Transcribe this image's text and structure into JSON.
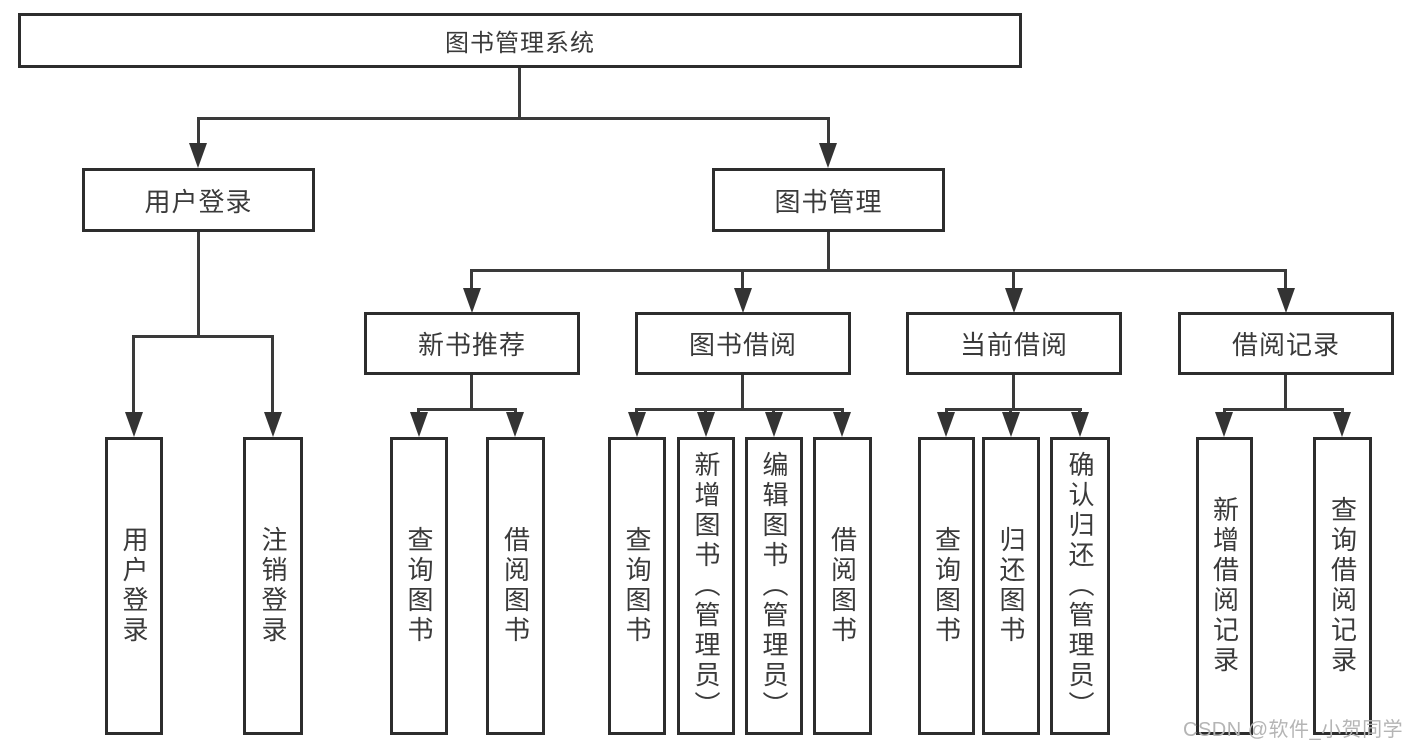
{
  "tree": {
    "root": {
      "label": "图书管理系统"
    },
    "branches": [
      {
        "label": "用户登录",
        "children": [
          {
            "label": "用户登录"
          },
          {
            "label": "注销登录"
          }
        ]
      },
      {
        "label": "图书管理",
        "sections": [
          {
            "label": "新书推荐",
            "children": [
              {
                "label": "查询图书"
              },
              {
                "label": "借阅图书"
              }
            ]
          },
          {
            "label": "图书借阅",
            "children": [
              {
                "label": "查询图书"
              },
              {
                "label": "新增图书（管理员）"
              },
              {
                "label": "编辑图书（管理员）"
              },
              {
                "label": "借阅图书"
              }
            ]
          },
          {
            "label": "当前借阅",
            "children": [
              {
                "label": "查询图书"
              },
              {
                "label": "归还图书"
              },
              {
                "label": "确认归还（管理员）"
              }
            ]
          },
          {
            "label": "借阅记录",
            "children": [
              {
                "label": "新增借阅记录"
              },
              {
                "label": "查询借阅记录"
              }
            ]
          }
        ]
      }
    ]
  },
  "watermark": {
    "text": "CSDN @软件_小贺同学"
  },
  "colors": {
    "line": "#3a3a3a",
    "box_border": "#2d2d2d",
    "text": "#3a3a3a",
    "watermark": "#b5b5b5",
    "background": "#ffffff"
  }
}
